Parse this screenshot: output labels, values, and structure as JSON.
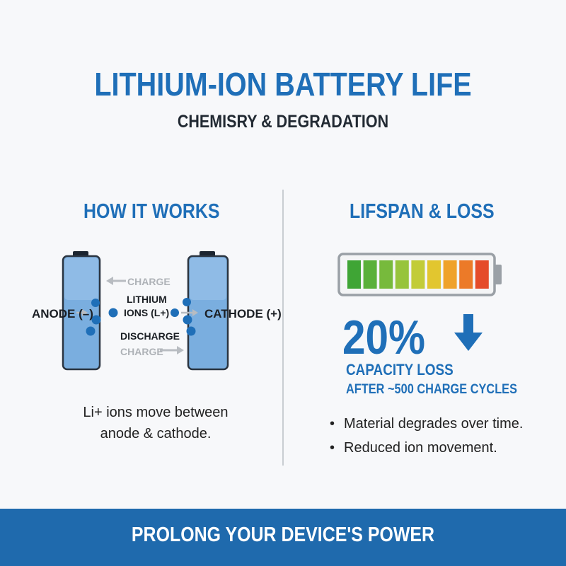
{
  "header": {
    "title": "LITHIUM-ION BATTERY LIFE",
    "subtitle": "CHEMISRY & DEGRADATION"
  },
  "left": {
    "title": "HOW IT WORKS",
    "diagram": {
      "anode_label": "ANODE (–)",
      "cathode_label": "CATHODE (+)",
      "charge_top": "CHARGE",
      "ion_label_line1": "LITHIUM",
      "ion_label_line2": "IONS (L+)",
      "discharge": "DISCHARGE",
      "charge_bottom": "CHARGE"
    },
    "caption_line1": "Li+ ions move between",
    "caption_line2": "anode & cathode."
  },
  "right": {
    "title": "LIFSPAN & LOSS",
    "gauge": {
      "segment_colors": [
        "#3fa535",
        "#5ab03a",
        "#77ba3c",
        "#97c43c",
        "#c2cc38",
        "#e2c62f",
        "#efa22a",
        "#ec7a28",
        "#e54b2a"
      ],
      "icon": "battery-gauge-icon"
    },
    "loss_value": "20%",
    "loss_label": "CAPACITY LOSS",
    "loss_detail": "AFTER ~500 CHARGE CYCLES",
    "bullets": [
      "Material degrades over time.",
      "Reduced ion movement."
    ]
  },
  "footer": {
    "text": "PROLONG YOUR DEVICE'S POWER"
  },
  "colors": {
    "accent": "#1f6fb8",
    "footer_bg": "#1f6aad",
    "cell_fill": "#7aaedf",
    "ion": "#1f6fb8"
  }
}
